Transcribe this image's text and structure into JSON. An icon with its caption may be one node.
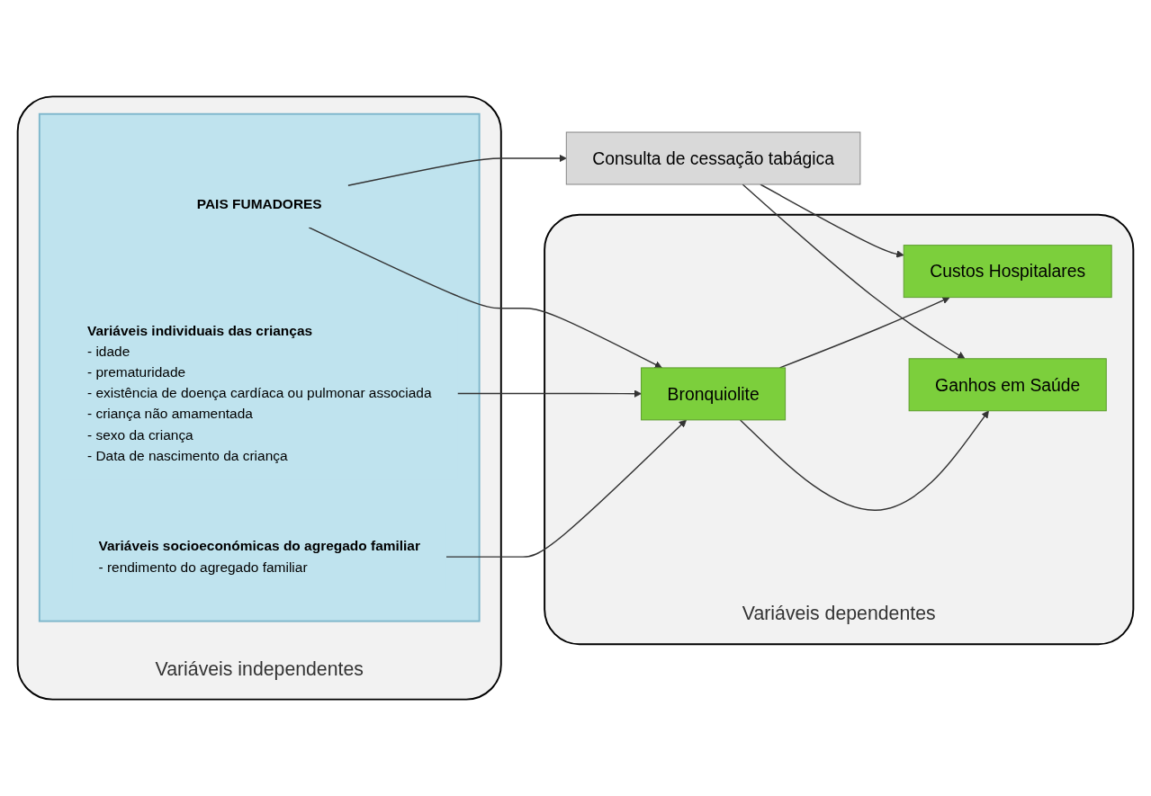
{
  "diagram": {
    "nodes": [
      {
        "text": [
          "Variáveis independentes"
        ]
      },
      {
        "text": [],
        "shape": "box",
        "in": 0
      },
      {
        "text": [
          "PAIS FUMADORES"
        ],
        "in": 1
      },
      {
        "text": [
          "Variáveis individuais das crianças",
          "- idade",
          "- prematuridade",
          "- existência de doença cardíaca ou pulmonar associada",
          "- criança não amamentada",
          "- sexo da criança",
          "- Data de nascimento da criança"
        ],
        "in": 1
      },
      {
        "text": [
          "Variáveis socioeconómicas do agregado familiar",
          "- rendimento do agregado familiar"
        ],
        "in": 1
      },
      {
        "text": [
          "Variáveis dependentes"
        ]
      },
      {
        "text": [
          "Bronquiolite"
        ],
        "in": 5
      },
      {
        "text": [
          "Custos Hospitalares"
        ],
        "in": 5
      },
      {
        "text": [
          "Ganhos em Saúde"
        ],
        "in": 5
      },
      {
        "text": [
          "Consulta de cessação tabágica"
        ]
      }
    ],
    "edges": [
      {
        "from": 2,
        "to": 9,
        "arrow": "to"
      },
      {
        "from": 2,
        "to": 6,
        "arrow": "to"
      },
      {
        "from": 3,
        "to": 6,
        "arrow": "to"
      },
      {
        "from": 4,
        "to": 6,
        "arrow": "to"
      },
      {
        "from": 6,
        "to": 7,
        "arrow": "to"
      },
      {
        "from": 6,
        "to": 8,
        "arrow": "to"
      },
      {
        "from": 9,
        "to": 7,
        "arrow": "to"
      },
      {
        "from": 9,
        "to": 8,
        "arrow": "to"
      }
    ]
  }
}
